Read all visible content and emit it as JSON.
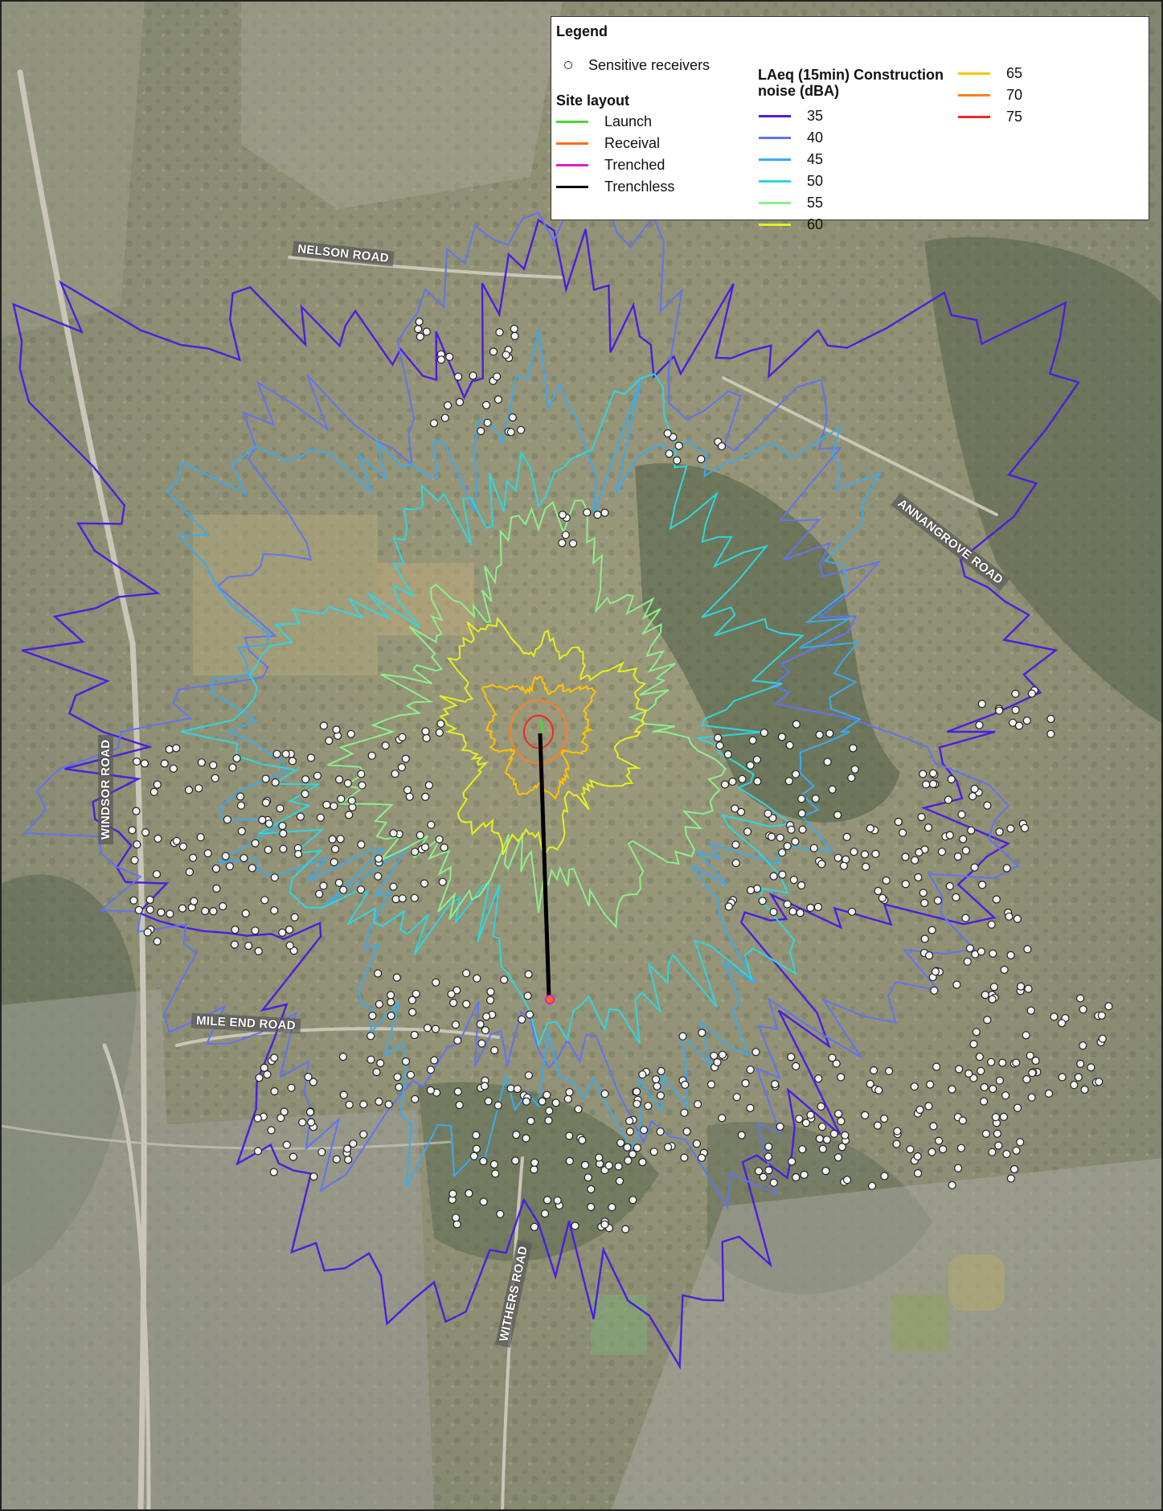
{
  "legend": {
    "title": "Legend",
    "receivers_label": "Sensitive receivers",
    "site_layout_title": "Site layout",
    "site_layout": [
      {
        "label": "Launch",
        "color": "#4dd636"
      },
      {
        "label": "Receival",
        "color": "#ff6a1a"
      },
      {
        "label": "Trenched",
        "color": "#e020c8"
      },
      {
        "label": "Trenchless",
        "color": "#000000"
      }
    ],
    "noise_title_1": "LAeq (15min) Construction",
    "noise_title_2": "noise (dBA)",
    "noise_levels": [
      {
        "label": "35",
        "color": "#4b1ee0"
      },
      {
        "label": "40",
        "color": "#5f74f2"
      },
      {
        "label": "45",
        "color": "#3aaaf0"
      },
      {
        "label": "50",
        "color": "#2ed6e0"
      },
      {
        "label": "55",
        "color": "#8cf08c"
      },
      {
        "label": "60",
        "color": "#e6f020"
      },
      {
        "label": "65",
        "color": "#ffc400"
      },
      {
        "label": "70",
        "color": "#ff8020"
      },
      {
        "label": "75",
        "color": "#ee2a20"
      }
    ]
  },
  "roads": {
    "nelson": "NELSON ROAD",
    "annangrove": "ANNANGROVE ROAD",
    "windsor": "WINDSOR ROAD",
    "mile_end": "MILE END ROAD",
    "withers": "WITHERS ROAD"
  }
}
